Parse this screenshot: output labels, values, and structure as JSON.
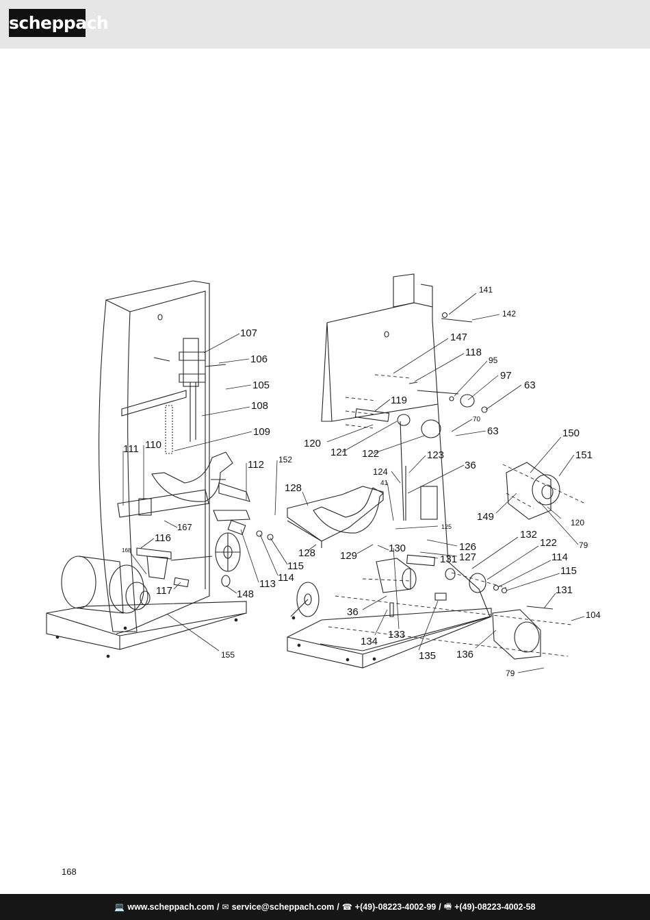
{
  "header": {
    "brand": "scheppach"
  },
  "diagram": {
    "part_labels": [
      {
        "id": "p141",
        "text": "141"
      },
      {
        "id": "p142",
        "text": "142"
      },
      {
        "id": "p147",
        "text": "147"
      },
      {
        "id": "p118",
        "text": "118"
      },
      {
        "id": "p95",
        "text": "95"
      },
      {
        "id": "p97",
        "text": "97"
      },
      {
        "id": "p63a",
        "text": "63"
      },
      {
        "id": "p119",
        "text": "119"
      },
      {
        "id": "p70",
        "text": "70"
      },
      {
        "id": "p63b",
        "text": "63"
      },
      {
        "id": "p150",
        "text": "150"
      },
      {
        "id": "p151",
        "text": "151"
      },
      {
        "id": "p120a",
        "text": "120"
      },
      {
        "id": "p121",
        "text": "121"
      },
      {
        "id": "p122a",
        "text": "122"
      },
      {
        "id": "p123",
        "text": "123"
      },
      {
        "id": "p124",
        "text": "124"
      },
      {
        "id": "p36a",
        "text": "36"
      },
      {
        "id": "p41",
        "text": "41"
      },
      {
        "id": "p149",
        "text": "149"
      },
      {
        "id": "p120b",
        "text": "120"
      },
      {
        "id": "p125",
        "text": "125"
      },
      {
        "id": "p79a",
        "text": "79"
      },
      {
        "id": "p132",
        "text": "132"
      },
      {
        "id": "p122b",
        "text": "122"
      },
      {
        "id": "p126",
        "text": "126"
      },
      {
        "id": "p127",
        "text": "127"
      },
      {
        "id": "p130",
        "text": "130"
      },
      {
        "id": "p131a",
        "text": "131"
      },
      {
        "id": "p114a",
        "text": "114"
      },
      {
        "id": "p115a",
        "text": "115"
      },
      {
        "id": "p129",
        "text": "129"
      },
      {
        "id": "p128a",
        "text": "128"
      },
      {
        "id": "p128b",
        "text": "128"
      },
      {
        "id": "p131b",
        "text": "131"
      },
      {
        "id": "p104",
        "text": "104"
      },
      {
        "id": "p36b",
        "text": "36"
      },
      {
        "id": "p133",
        "text": "133"
      },
      {
        "id": "p134",
        "text": "134"
      },
      {
        "id": "p135",
        "text": "135"
      },
      {
        "id": "p136",
        "text": "136"
      },
      {
        "id": "p79b",
        "text": "79"
      },
      {
        "id": "p107",
        "text": "107"
      },
      {
        "id": "p106",
        "text": "106"
      },
      {
        "id": "p105",
        "text": "105"
      },
      {
        "id": "p108",
        "text": "108"
      },
      {
        "id": "p109",
        "text": "109"
      },
      {
        "id": "p111",
        "text": "111"
      },
      {
        "id": "p110",
        "text": "110"
      },
      {
        "id": "p112",
        "text": "112"
      },
      {
        "id": "p152",
        "text": "152"
      },
      {
        "id": "p167",
        "text": "167"
      },
      {
        "id": "p116",
        "text": "116"
      },
      {
        "id": "p168",
        "text": "168"
      },
      {
        "id": "p117",
        "text": "117"
      },
      {
        "id": "p115b",
        "text": "115"
      },
      {
        "id": "p114b",
        "text": "114"
      },
      {
        "id": "p113",
        "text": "113"
      },
      {
        "id": "p148",
        "text": "148"
      },
      {
        "id": "p155",
        "text": "155"
      }
    ]
  },
  "page_number": "168",
  "footer": {
    "web_icon": "computer-icon",
    "web": "www.scheppach.com",
    "sep1": "/",
    "mail_icon": "mail-icon",
    "mail": "service@scheppach.com",
    "sep2": "/",
    "phone_icon": "phone-icon",
    "phone": "+(49)-08223-4002-99",
    "sep3": "/",
    "fax_icon": "fax-icon",
    "fax": "+(49)-08223-4002-58"
  }
}
